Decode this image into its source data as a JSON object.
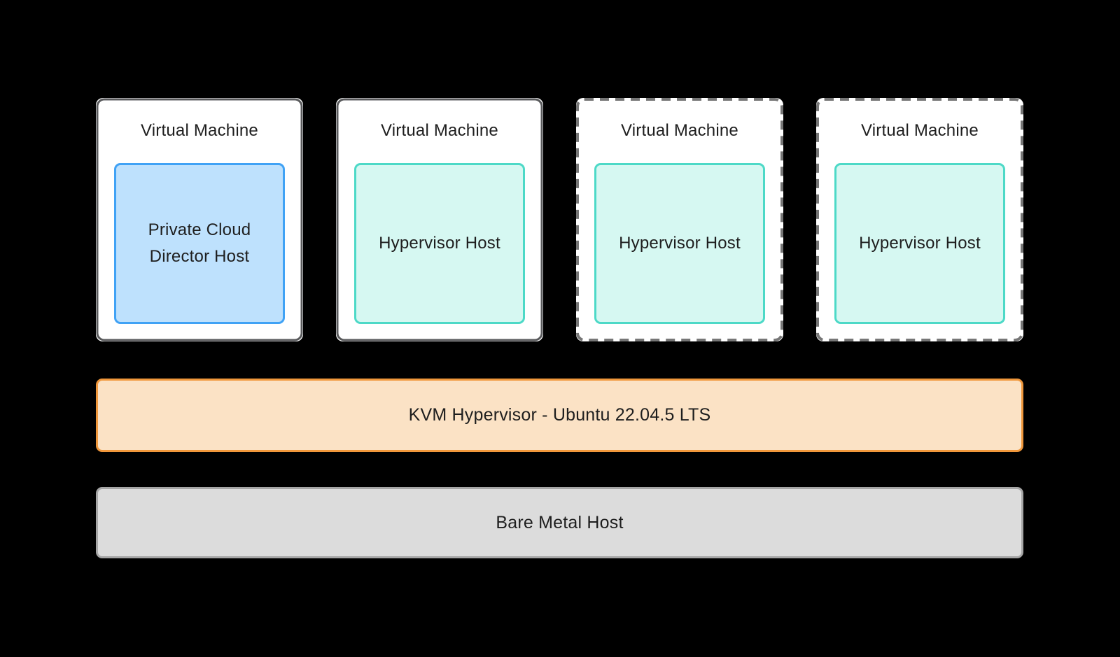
{
  "diagram": {
    "cards": [
      {
        "title": "Virtual Machine",
        "inner_label": "Private Cloud Director Host",
        "border_style": "solid",
        "inner_style": "blue"
      },
      {
        "title": "Virtual Machine",
        "inner_label": "Hypervisor Host",
        "border_style": "solid",
        "inner_style": "teal"
      },
      {
        "title": "Virtual Machine",
        "inner_label": "Hypervisor Host",
        "border_style": "dashed",
        "inner_style": "teal"
      },
      {
        "title": "Virtual Machine",
        "inner_label": "Hypervisor Host",
        "border_style": "dashed",
        "inner_style": "teal"
      }
    ],
    "layers": {
      "kvm": {
        "label": "KVM Hypervisor - Ubuntu 22.04.5 LTS"
      },
      "bare_metal": {
        "label": "Bare Metal Host"
      }
    },
    "colors": {
      "canvas-bg": "#000000",
      "card-bg": "#ffffff",
      "card-border-solid": "#595a5c",
      "card-border-dashed": "#767676",
      "pcd-fill": "#bee1fd",
      "pcd-border": "#40a2f5",
      "hypervisor-fill": "#d6f8f2",
      "hypervisor-border": "#4dd9c7",
      "kvm-fill": "#fbe2c5",
      "kvm-border": "#f0973b",
      "bare-metal-fill": "#dcdcdc",
      "bare-metal-border": "#a6a6a6",
      "text": "#1e1e1e"
    }
  }
}
